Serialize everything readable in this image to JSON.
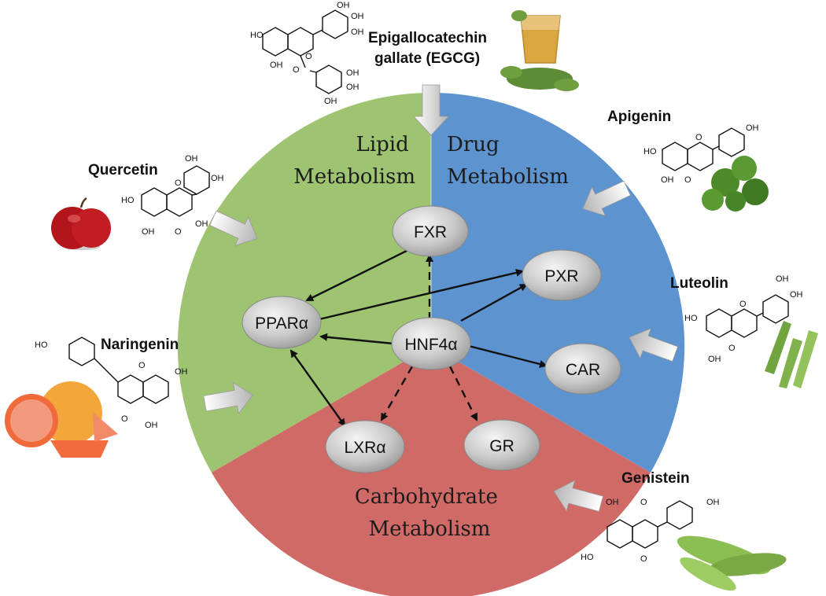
{
  "sectors": {
    "lipid": [
      "Lipid",
      "Metabolism"
    ],
    "drug": [
      "Drug",
      "Metabolism"
    ],
    "carb": [
      "Carbohydrate",
      "Metabolism"
    ]
  },
  "colors": {
    "lipid": "#9ec472",
    "drug": "#5d93cf",
    "carb": "#d06a66",
    "node": "#c8c8c8"
  },
  "nodes": {
    "fxr": "FXR",
    "pxr": "PXR",
    "car": "CAR",
    "ppara": "PPARα",
    "hnf4a": "HNF4α",
    "lxra": "LXRα",
    "gr": "GR"
  },
  "compounds": {
    "egcg": [
      "Epigallocatechin",
      "gallate (EGCG)"
    ],
    "apigenin": "Apigenin",
    "quercetin": "Quercetin",
    "luteolin": "Luteolin",
    "naringenin": "Naringenin",
    "genistein": "Genistein"
  },
  "atoms": {
    "oh": "OH",
    "ho": "HO",
    "o": "O"
  },
  "foods": {
    "egcg": "green-tea-icon",
    "apigenin": "parsley-icon",
    "quercetin": "apple-icon",
    "luteolin": "celery-icon",
    "naringenin": "grapefruit-icon",
    "genistein": "soybean-icon"
  }
}
